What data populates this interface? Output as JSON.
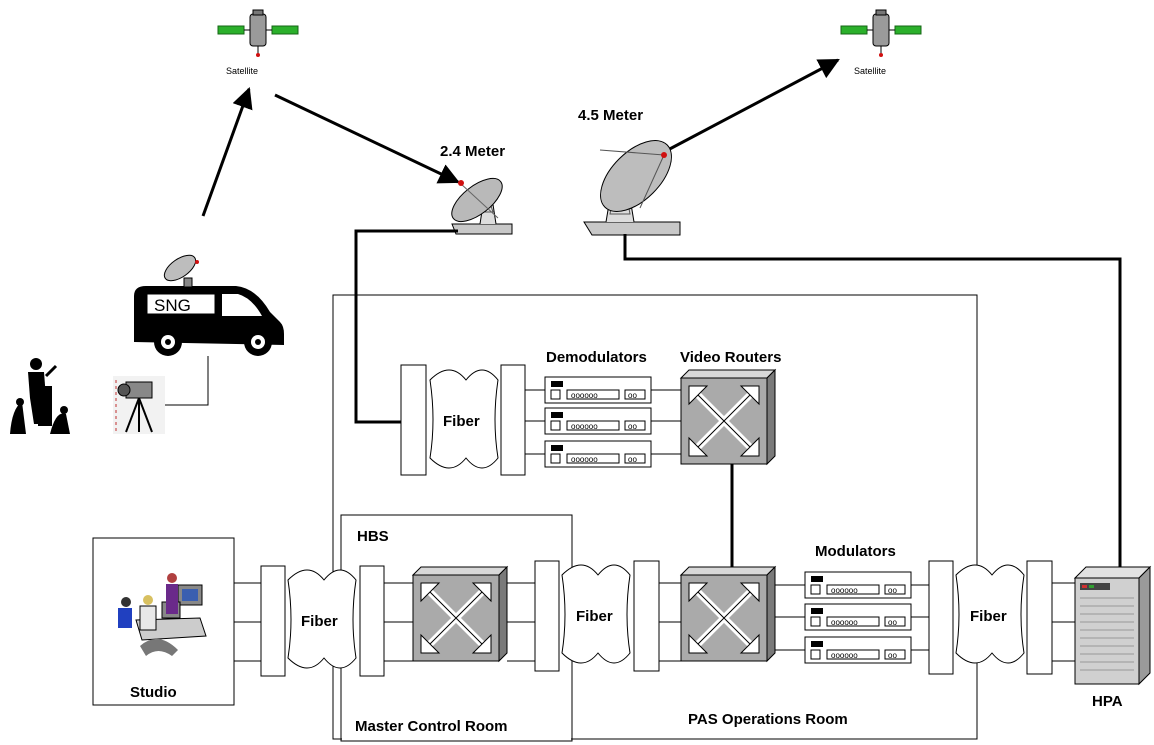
{
  "satellite_left": {
    "label": "Satellite"
  },
  "satellite_right": {
    "label": "Satellite"
  },
  "dish_small": {
    "label": "2.4 Meter"
  },
  "dish_large": {
    "label": "4.5 Meter"
  },
  "sng_truck": {
    "label": "SNG"
  },
  "fiber_top": {
    "label": "Fiber"
  },
  "fiber_studio": {
    "label": "Fiber"
  },
  "fiber_mid": {
    "label": "Fiber"
  },
  "fiber_right": {
    "label": "Fiber"
  },
  "demodulators": {
    "label": "Demodulators"
  },
  "video_routers": {
    "label": "Video Routers"
  },
  "modulators": {
    "label": "Modulators"
  },
  "hbs": {
    "label": "HBS"
  },
  "studio": {
    "label": "Studio"
  },
  "master_control": {
    "label": "Master Control Room"
  },
  "pas_operations": {
    "label": "PAS Operations Room"
  },
  "hpa": {
    "label": "HPA"
  },
  "colors": {
    "gray": "#bdbdbd",
    "dark": "#000000",
    "green": "#20a020",
    "red": "#d01010"
  }
}
